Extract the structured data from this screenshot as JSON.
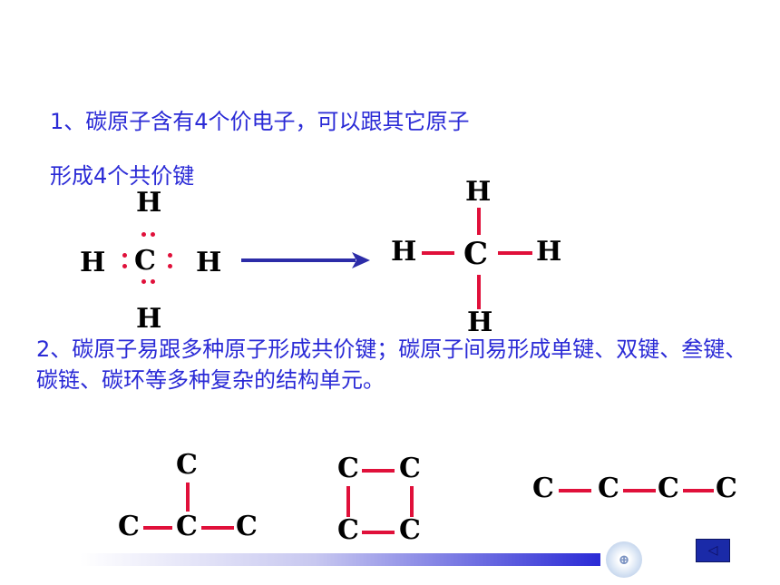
{
  "paragraph1": {
    "line1": "1、碳原子含有4个价电子，可以跟其它原子",
    "line2": "形成4个共价键"
  },
  "paragraph2": "2、碳原子易跟多种原子形成共价键；碳原子间易形成单键、双键、叁键、碳链、碳环等多种复杂的结构单元。",
  "atoms": {
    "carbon": "C",
    "hydrogen": "H"
  },
  "colors": {
    "text": "#2a2ad6",
    "bond": "#e0103a",
    "arrow": "#2c2ca8"
  },
  "footer": {
    "logo_glyph": "⊕",
    "back_icon": "◁"
  }
}
